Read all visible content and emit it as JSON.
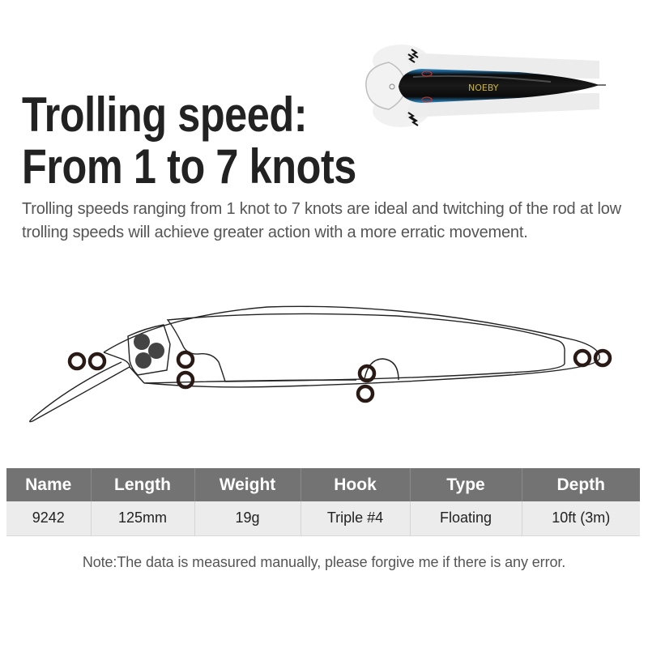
{
  "headline": {
    "line1": "Trolling speed:",
    "line2": "From 1 to 7 knots"
  },
  "hero_image": {
    "brand_label": "NOEBY",
    "icons": [
      "vibration-icon",
      "vibration-icon"
    ],
    "colors": {
      "body": "#0a0a0a",
      "stripe": "#2a8fd0",
      "brand_text": "#c9b23a"
    }
  },
  "description": "Trolling speeds ranging from 1 knot to 7 knots are ideal and twitching of the rod at low trolling speeds will achieve greater action with a more erratic movement.",
  "diagram": {
    "icons": [
      "split-ring-icon",
      "rattle-balls-icon",
      "split-ring-icon",
      "split-ring-icon",
      "split-ring-icon"
    ]
  },
  "spec_table": {
    "headers": [
      "Name",
      "Length",
      "Weight",
      "Hook",
      "Type",
      "Depth"
    ],
    "rows": [
      [
        "9242",
        "125mm",
        "19g",
        "Triple #4",
        "Floating",
        "10ft (3m)"
      ]
    ],
    "colors": {
      "header_bg": "#737373",
      "row_bg": "#ececec"
    }
  },
  "note": "Note:The data is measured manually, please forgive me if there is any error."
}
